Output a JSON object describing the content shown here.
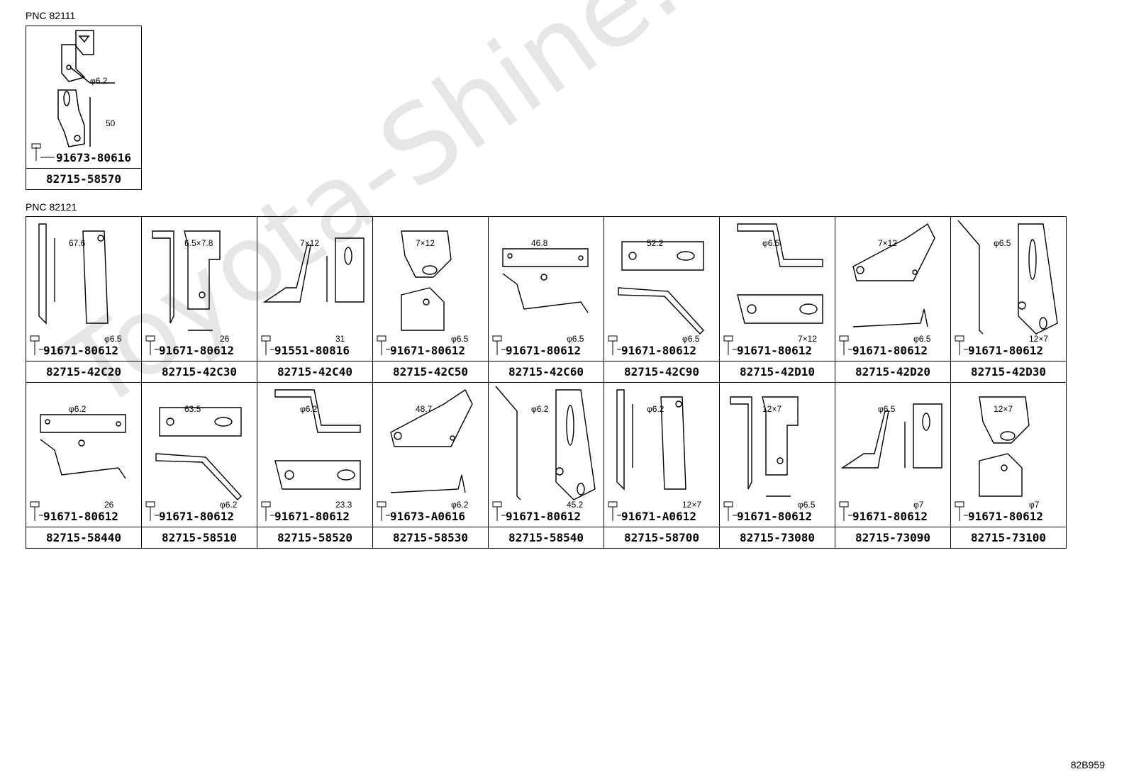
{
  "watermark": "Toyota-Shine.ru",
  "footer_code": "82B959",
  "groups": [
    {
      "pnc_label": "PNC 82111",
      "cells": [
        {
          "part": "82715-58570",
          "bolt": "91673-80616",
          "dims": [
            "φ6.2",
            "50"
          ]
        }
      ]
    },
    {
      "pnc_label": "PNC 82121",
      "rows": [
        [
          {
            "part": "82715-42C20",
            "bolt": "91671-80612",
            "dims": [
              "67.6",
              "φ6.5"
            ]
          },
          {
            "part": "82715-42C30",
            "bolt": "91671-80612",
            "dims": [
              "6.5×7.8",
              "26"
            ]
          },
          {
            "part": "82715-42C40",
            "bolt": "91551-80816",
            "dims": [
              "7×12",
              "31"
            ]
          },
          {
            "part": "82715-42C50",
            "bolt": "91671-80612",
            "dims": [
              "7×12",
              "φ6.5"
            ]
          },
          {
            "part": "82715-42C60",
            "bolt": "91671-80612",
            "dims": [
              "46.8",
              "φ6.5"
            ]
          },
          {
            "part": "82715-42C90",
            "bolt": "91671-80612",
            "dims": [
              "52.2",
              "φ6.5"
            ]
          },
          {
            "part": "82715-42D10",
            "bolt": "91671-80612",
            "dims": [
              "φ6.5",
              "7×12"
            ]
          },
          {
            "part": "82715-42D20",
            "bolt": "91671-80612",
            "dims": [
              "7×12",
              "φ6.5"
            ]
          },
          {
            "part": "82715-42D30",
            "bolt": "91671-80612",
            "dims": [
              "φ6.5",
              "12×7"
            ]
          }
        ],
        [
          {
            "part": "82715-58440",
            "bolt": "91671-80612",
            "dims": [
              "φ6.2",
              "26"
            ]
          },
          {
            "part": "82715-58510",
            "bolt": "91671-80612",
            "dims": [
              "63.5",
              "φ6.2"
            ]
          },
          {
            "part": "82715-58520",
            "bolt": "91671-80612",
            "dims": [
              "φ6.2",
              "23.3"
            ]
          },
          {
            "part": "82715-58530",
            "bolt": "91673-A0616",
            "dims": [
              "48.7",
              "φ6.2"
            ]
          },
          {
            "part": "82715-58540",
            "bolt": "91671-80612",
            "dims": [
              "φ6.2",
              "45.2"
            ]
          },
          {
            "part": "82715-58700",
            "bolt": "91671-A0612",
            "dims": [
              "φ6.2",
              "12×7"
            ]
          },
          {
            "part": "82715-73080",
            "bolt": "91671-80612",
            "dims": [
              "12×7",
              "φ6.5"
            ]
          },
          {
            "part": "82715-73090",
            "bolt": "91671-80612",
            "dims": [
              "φ6.5",
              "φ7"
            ]
          },
          {
            "part": "82715-73100",
            "bolt": "91671-80612",
            "dims": [
              "12×7",
              "φ7"
            ]
          }
        ]
      ]
    }
  ]
}
